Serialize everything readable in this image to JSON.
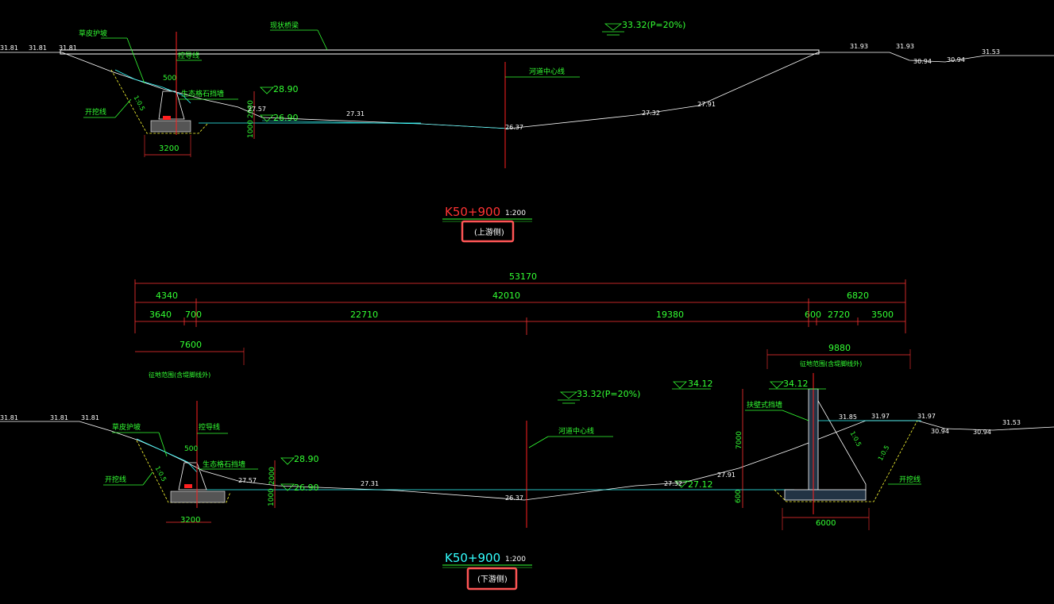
{
  "colors": {
    "background": "#000000",
    "ground_line": "#ffffff",
    "annotation_green": "#33ff33",
    "water_cyan": "#33ffff",
    "centerline_red": "#ff2020",
    "highlight_box": "#ff5555",
    "title_red": "#ff3030",
    "title_cyan": "#33ffff"
  },
  "section_upper": {
    "ground_labels": [
      "31.81",
      "31.81",
      "31.81",
      "31.93",
      "31.93",
      "30.94",
      "30.94",
      "31.53"
    ],
    "bed_labels": [
      "27.31",
      "26.37",
      "27.32",
      "27.91",
      "27.57"
    ],
    "water_levels": [
      "28.90",
      "26.90"
    ],
    "design_flood": "33.32(P=20%)",
    "labels": {
      "revetment": "草皮护坡",
      "bridge": "现状桥梁",
      "control_line": "控导线",
      "river_center": "河道中心线",
      "gabion_wall": "生态格石挡墙",
      "excavation_line": "开挖线",
      "slope": "1:0.5"
    },
    "dims": {
      "d500": "500",
      "d3200": "3200",
      "d2000": "2000",
      "d1000": "1000"
    },
    "title": {
      "station": "K50+900",
      "scale": "1:200",
      "side": "(上游侧)"
    }
  },
  "section_lower": {
    "overall": "53170",
    "row1": [
      "4340",
      "42010",
      "6820"
    ],
    "row2": [
      "3640",
      "700",
      "22710",
      "19380",
      "600",
      "2720",
      "3500"
    ],
    "left_span": "7600",
    "left_note": "征地范围(含堤脚线外)",
    "right_span": "9880",
    "right_note": "征地范围(含堤脚线外)",
    "ground_labels": [
      "31.81",
      "31.81",
      "31.81",
      "31.85",
      "31.97",
      "31.97",
      "30.94",
      "30.94",
      "31.53"
    ],
    "bed_labels": [
      "27.57",
      "27.31",
      "26.37",
      "27.32",
      "27.91"
    ],
    "water_levels": [
      "28.90",
      "26.90",
      "27.12",
      "34.12",
      "34.12"
    ],
    "design_flood": "33.32(P=20%)",
    "labels": {
      "revetment": "草皮护坡",
      "control_line": "控导线",
      "river_center": "河道中心线",
      "gabion_wall": "生态格石挡墙",
      "excavation_line": "开挖线",
      "retaining_wall": "扶壁式挡墙",
      "slope": "1:0.5"
    },
    "dims": {
      "d500": "500",
      "d3200": "3200",
      "d2000": "2000",
      "d1000": "1000",
      "d7000": "7000",
      "d600": "600",
      "d6000": "6000"
    },
    "title": {
      "station": "K50+900",
      "scale": "1:200",
      "side": "(下游侧)"
    }
  }
}
